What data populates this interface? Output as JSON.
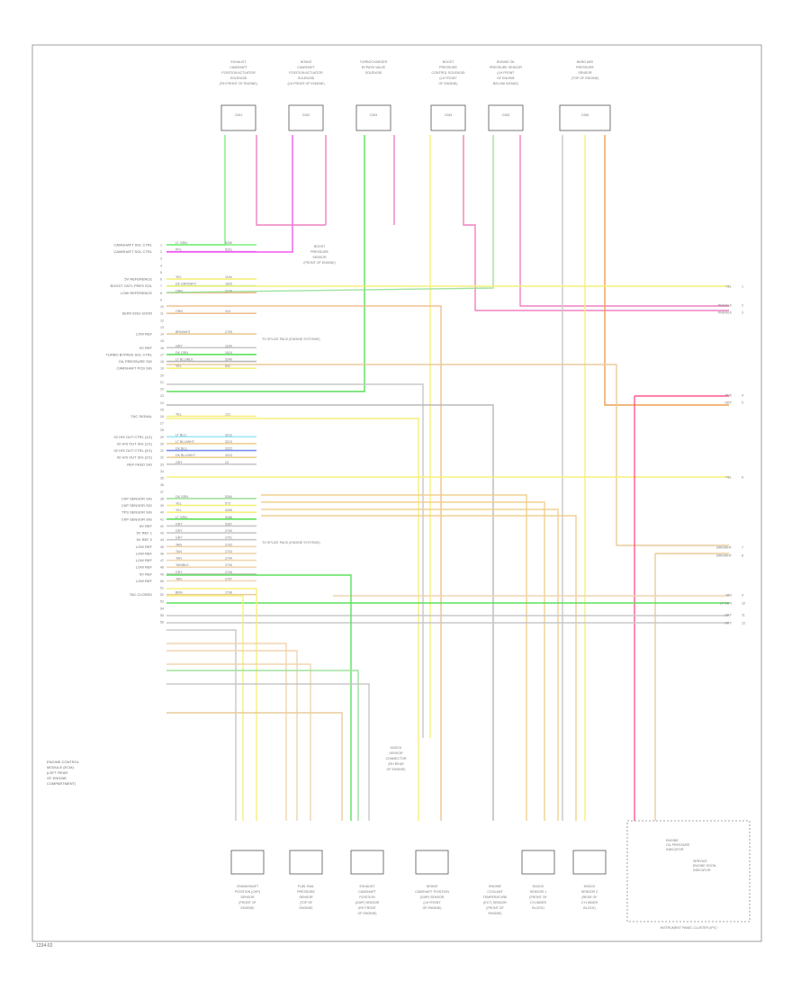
{
  "ecm_label": [
    "ENGINE CONTROL",
    "MODULE (ECM)",
    "(LEFT REAR",
    "OF ENGINE",
    "COMPARTMENT)"
  ],
  "ecm_pins": [
    {
      "label": "CAMSHAFT SOL CTRL",
      "color": "#7cf07c",
      "code": "LT GRN",
      "circ": "5290"
    },
    {
      "label": "CAMSHAFT SOL CTRL",
      "color": "#f05cf0",
      "code": "PPL",
      "circ": "5291"
    },
    {
      "label": "",
      "color": "",
      "code": "",
      "circ": ""
    },
    {
      "label": "",
      "color": "",
      "code": "",
      "circ": ""
    },
    {
      "label": "",
      "color": "",
      "code": "",
      "circ": ""
    },
    {
      "label": "5V REFERENCE",
      "color": "#f5f07a",
      "code": "YEL",
      "circ": "1164"
    },
    {
      "label": "BOOST CNTL PRES SOL",
      "color": "#9ee29e",
      "code": "DK GRN/WHT",
      "circ": "1620"
    },
    {
      "label": "LOW REFERENCE",
      "color": "#f0c090",
      "code": "ORN",
      "circ": "2270"
    },
    {
      "label": "",
      "color": "",
      "code": "",
      "circ": ""
    },
    {
      "label": "",
      "color": "",
      "code": "",
      "circ": ""
    },
    {
      "label": "SERV ENG SOON",
      "color": "#f0c090",
      "code": "ORN",
      "circ": "419"
    },
    {
      "label": "",
      "color": "",
      "code": "",
      "circ": ""
    },
    {
      "label": "",
      "color": "",
      "code": "",
      "circ": ""
    },
    {
      "label": "LOW REF",
      "color": "#e8cc9a",
      "code": "BRN/WHT",
      "circ": "2759"
    },
    {
      "label": "",
      "color": "",
      "code": "",
      "circ": ""
    },
    {
      "label": "5V REF",
      "color": "#c8c8c8",
      "code": "GRY",
      "circ": "1164"
    },
    {
      "label": "TURBO BYPASS SOL CTRL",
      "color": "#5be05b",
      "code": "DK GRN",
      "circ": "1624"
    },
    {
      "label": "OIL PRESSURE SIG",
      "color": "#b8b8b8",
      "code": "LT BLU/BLK",
      "circ": "5340"
    },
    {
      "label": "CAMSHAFT POS SIG",
      "color": "#f5f07a",
      "code": "YEL",
      "circ": "631"
    },
    {
      "label": "",
      "color": "",
      "code": "",
      "circ": ""
    },
    {
      "label": "",
      "color": "",
      "code": "",
      "circ": ""
    },
    {
      "label": "",
      "color": "",
      "code": "",
      "circ": ""
    },
    {
      "label": "",
      "color": "",
      "code": "",
      "circ": ""
    },
    {
      "label": "",
      "color": "",
      "code": "",
      "circ": ""
    },
    {
      "label": "",
      "color": "",
      "code": "",
      "circ": ""
    },
    {
      "label": "TAC SIGNAL",
      "color": "#f5f07a",
      "code": "YEL",
      "circ": "121"
    },
    {
      "label": "",
      "color": "",
      "code": "",
      "circ": ""
    },
    {
      "label": "",
      "color": "",
      "code": "",
      "circ": ""
    },
    {
      "label": "02 H/S OUT CTRL (1/1)",
      "color": "#9ee8f8",
      "code": "LT BLU",
      "circ": "3212"
    },
    {
      "label": "02 H/S OUT SIG (1/1)",
      "color": "#f0d090",
      "code": "LT BLU/WHT",
      "circ": "3213"
    },
    {
      "label": "02 H/S OUT CTRL (2/1)",
      "color": "#7890f0",
      "code": "DK BLU",
      "circ": "3222"
    },
    {
      "label": "02 H/S OUT SIG (2/1)",
      "color": "#f0d090",
      "code": "DK BLU/WHT",
      "circ": "3223"
    },
    {
      "label": "REF FEED SIG",
      "color": "#c8c8c8",
      "code": "GRY",
      "circ": "23"
    },
    {
      "label": "",
      "color": "",
      "code": "",
      "circ": ""
    },
    {
      "label": "",
      "color": "",
      "code": "",
      "circ": ""
    },
    {
      "label": "",
      "color": "",
      "code": "",
      "circ": ""
    },
    {
      "label": "",
      "color": "",
      "code": "",
      "circ": ""
    },
    {
      "label": "CKP SENSOR SIG",
      "color": "#9ee29e",
      "code": "DK GRN",
      "circ": "5284"
    },
    {
      "label": "CKP SENSOR SIG",
      "color": "#f5f07a",
      "code": "YEL",
      "circ": "573"
    },
    {
      "label": "TPS SENSOR SIG",
      "color": "#f5f07a",
      "code": "YEL",
      "circ": "5285"
    },
    {
      "label": "CKP SENSOR SIG",
      "color": "#5be05b",
      "code": "LT GRN",
      "circ": "5286"
    },
    {
      "label": "5V REF",
      "color": "#c8c8c8",
      "code": "GRY",
      "circ": "5287"
    },
    {
      "label": "5V REF 1",
      "color": "#c8c8c8",
      "code": "GRY",
      "circ": "2700"
    },
    {
      "label": "5V REF 2",
      "color": "#c8c8c8",
      "code": "GRY",
      "circ": "2701"
    },
    {
      "label": "LOW REF",
      "color": "#f0d6b0",
      "code": "TAN",
      "circ": "2702"
    },
    {
      "label": "LOW REF",
      "color": "#f0d6b0",
      "code": "TAN",
      "circ": "2703"
    },
    {
      "label": "LOW REF",
      "color": "#f0d6b0",
      "code": "TAN",
      "circ": "2704"
    },
    {
      "label": "LOW REF",
      "color": "#f0d6b0",
      "code": "TAN/BLK",
      "circ": "2705"
    },
    {
      "label": "5V REF",
      "color": "#c8c8c8",
      "code": "GRY",
      "circ": "2706"
    },
    {
      "label": "LOW REF",
      "color": "#f0d6b0",
      "code": "TAN",
      "circ": "2707"
    },
    {
      "label": "",
      "color": "",
      "code": "",
      "circ": ""
    },
    {
      "label": "TAC CLOSED",
      "color": "#e8cc9a",
      "code": "BRN",
      "circ": "2708"
    },
    {
      "label": "",
      "color": "",
      "code": "",
      "circ": ""
    },
    {
      "label": "",
      "color": "",
      "code": "",
      "circ": ""
    },
    {
      "label": "",
      "color": "",
      "code": "",
      "circ": ""
    },
    {
      "label": "",
      "color": "",
      "code": "",
      "circ": ""
    }
  ],
  "top_components": [
    {
      "name": [
        "EXHAUST",
        "CAMSHAFT",
        "POSITION ACTUATOR",
        "SOLENOID",
        "(RH FRONT OF ENGINE)"
      ],
      "conn": "C261"
    },
    {
      "name": [
        "INTAKE",
        "CAMSHAFT",
        "POSITION ACTUATOR",
        "SOLENOID",
        "(LH FRONT OF ENGINE)"
      ],
      "conn": "C262"
    },
    {
      "name": [
        "TURBOCHARGER",
        "BYPASS VALVE",
        "SOLENOID"
      ],
      "conn": "C263"
    },
    {
      "name": [
        "BOOST",
        "PRESSURE",
        "CONTROL SOLENOID",
        "(LH FRONT",
        "OF ENGINE)"
      ],
      "conn": "C264"
    },
    {
      "name": [
        "ENGINE OIL",
        "PRESSURE SENSOR",
        "(LH FRONT",
        "OF ENGINE",
        "BELOW INTAKE)"
      ],
      "conn": "C265"
    },
    {
      "name": [
        "BARO ABS",
        "PRESSURE",
        "SENSOR",
        "(TOP OF ENGINE)"
      ],
      "conn": "C266"
    }
  ],
  "bottom_components": [
    {
      "name": [
        "CRANKSHAFT",
        "POSITION (CKP)",
        "SENSOR",
        "(FRONT OF",
        "ENGINE)"
      ]
    },
    {
      "name": [
        "FUEL RAIL",
        "PRESSURE",
        "SENSOR",
        "(TOP OF",
        "ENGINE)"
      ]
    },
    {
      "name": [
        "EXHAUST",
        "CAMSHAFT",
        "POSITION",
        "(CMP) SENSOR",
        "(RH FRONT",
        "OF ENGINE)"
      ]
    },
    {
      "name": [
        "INTAKE",
        "CAMSHAFT POSITION",
        "(CMP) SENSOR",
        "(LH FRONT",
        "OF ENGINE)"
      ]
    },
    {
      "name": [
        "ENGINE",
        "COOLANT",
        "TEMPERATURE",
        "(ECT) SENSOR",
        "(FRONT OF",
        "ENGINE)"
      ]
    },
    {
      "name": [
        "KNOCK",
        "SENSOR 1",
        "(FRONT OF",
        "CYLINDER",
        "BLOCK)"
      ]
    },
    {
      "name": [
        "KNOCK",
        "SENSOR 2",
        "(REAR OF",
        "CYLINDER",
        "BLOCK)"
      ]
    }
  ],
  "ipc_label": "INSTRUMENT PANEL CLUSTER (IPC)",
  "ipc_internal": [
    "ENGINE",
    "OIL PRESSURE",
    "INDICATOR"
  ],
  "ipc_internal2": [
    "SERVICE",
    "ENGINE SOON",
    "INDICATOR"
  ],
  "splice_labels": [
    "BOOST",
    "PRESSURE",
    "SENSOR",
    "(FRONT OF ENGINE)"
  ],
  "splice_labels2": [
    "KNOCK",
    "SENSOR",
    "CONNECTOR",
    "(RH REAR",
    "OF ENGINE)"
  ],
  "ground_note": "TO SPLICE PACK (ENGINE SYSTEMS)",
  "ground_note2": "TO SPLICE PACK (ENGINE SYSTEMS)",
  "right_exits": [
    {
      "code": "YEL",
      "num": "1"
    },
    {
      "code": "PNK/BLK",
      "num": "2"
    },
    {
      "code": "PNK/BLK",
      "num": "3"
    },
    {
      "code": "PNK",
      "num": "4"
    },
    {
      "code": "GRY",
      "num": "5"
    },
    {
      "code": "YEL",
      "num": "6"
    },
    {
      "code": "BRN/WHT",
      "num": "7"
    },
    {
      "code": "BRN/WHT",
      "num": "8"
    },
    {
      "code": "TAN",
      "num": "9"
    },
    {
      "code": "LT GRN",
      "num": "10"
    },
    {
      "code": "GRY",
      "num": "11"
    },
    {
      "code": "GRY",
      "num": "12"
    }
  ],
  "page_code": "1234-02"
}
